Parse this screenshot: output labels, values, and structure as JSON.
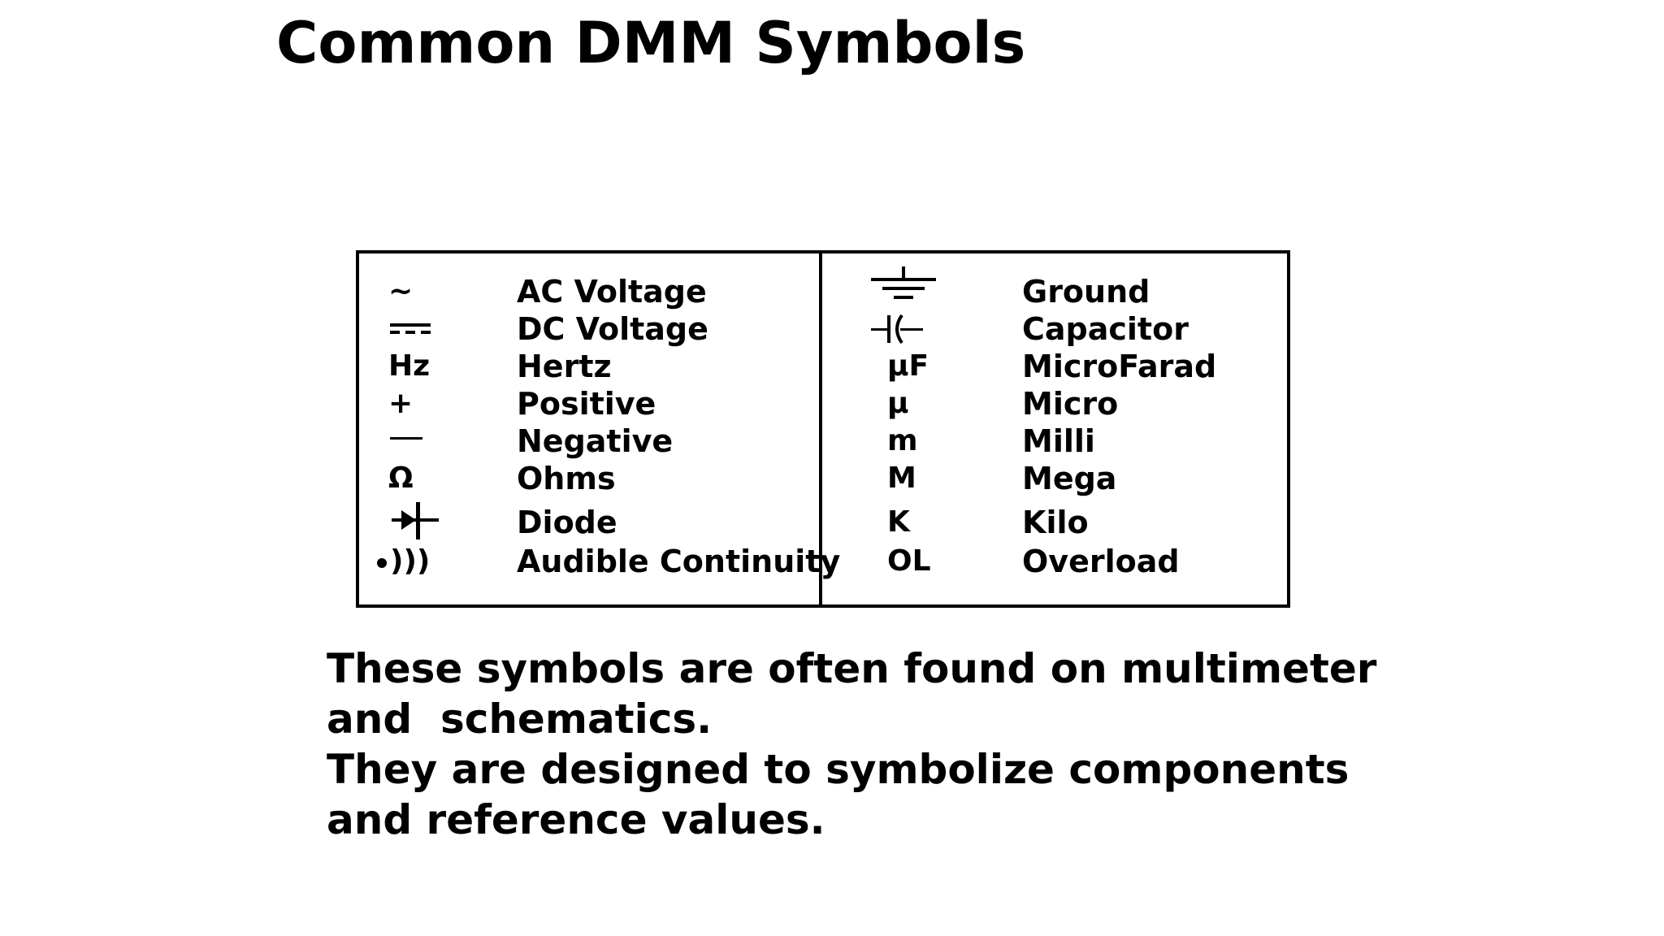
{
  "title": "Common DMM Symbols",
  "left_column": [
    {
      "symbol": "~",
      "label": "AC Voltage",
      "icon": "tilde-icon"
    },
    {
      "symbol": "",
      "label": "DC Voltage",
      "icon": "dc-voltage-icon"
    },
    {
      "symbol": "Hz",
      "label": "Hertz",
      "icon": ""
    },
    {
      "symbol": "+",
      "label": "Positive",
      "icon": ""
    },
    {
      "symbol": "",
      "label": "Negative",
      "icon": "negative-dash-icon"
    },
    {
      "symbol": "Ω",
      "label": "Ohms",
      "icon": "omega-icon"
    },
    {
      "symbol": "",
      "label": "Diode",
      "icon": "diode-icon"
    },
    {
      "symbol": ")))",
      "label": "Audible Continuity",
      "icon": "continuity-icon"
    }
  ],
  "right_column": [
    {
      "symbol": "",
      "label": "Ground",
      "icon": "ground-icon"
    },
    {
      "symbol": "",
      "label": "Capacitor",
      "icon": "capacitor-icon"
    },
    {
      "symbol": "µF",
      "label": "MicroFarad",
      "icon": ""
    },
    {
      "symbol": "µ",
      "label": "Micro",
      "icon": ""
    },
    {
      "symbol": "m",
      "label": "Milli",
      "icon": ""
    },
    {
      "symbol": "M",
      "label": "Mega",
      "icon": ""
    },
    {
      "symbol": "K",
      "label": "Kilo",
      "icon": ""
    },
    {
      "symbol": "OL",
      "label": "Overload",
      "icon": ""
    }
  ],
  "footer": {
    "line1": "These symbols are often found on multimeter",
    "line2": "and  schematics.",
    "line3": "They are designed to symbolize components",
    "line4": "and reference values."
  }
}
